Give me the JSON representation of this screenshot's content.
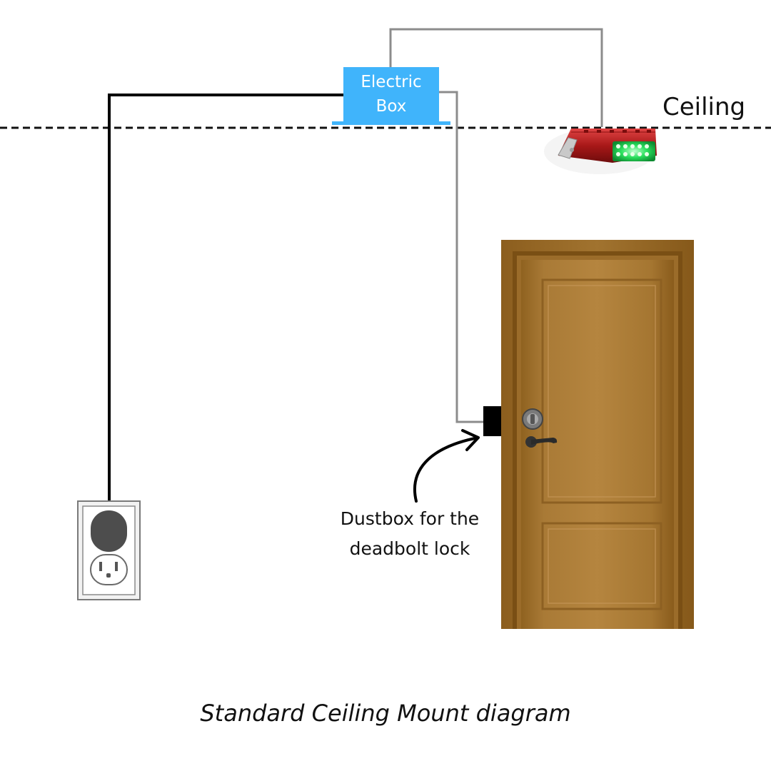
{
  "labels": {
    "ceiling": "Ceiling",
    "electric_box_line1": "Electric",
    "electric_box_line2": "Box",
    "dustbox_line1": "Dustbox for the",
    "dustbox_line2": "deadbolt lock",
    "caption": "Standard Ceiling Mount diagram"
  },
  "components": {
    "electric_box": "electric-box",
    "ceiling_light": "ceiling-mount-light",
    "door": "wooden-door",
    "outlet": "wall-outlet",
    "dustbox": "deadbolt-dustbox"
  },
  "colors": {
    "electric_box": "#40b4fb",
    "power_wire": "#000000",
    "signal_wire": "#8c8c8c",
    "door_wood": "#a27431",
    "door_frame": "#91621f",
    "light_red": "#b81e1e",
    "light_green": "#22dd55",
    "outlet_plug": "#4d4d4d",
    "dustbox": "#000000"
  }
}
